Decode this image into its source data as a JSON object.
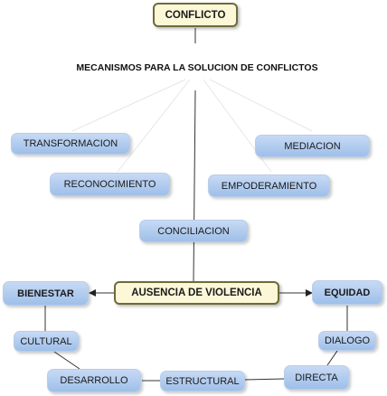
{
  "root": "CONFLICTO",
  "subtitle": "MECANISMOS PARA LA SOLUCION DE CONFLICTOS",
  "nodes": {
    "transformacion": "TRANSFORMACION",
    "mediacion": "MEDIACION",
    "reconocimiento": "RECONOCIMIENTO",
    "empoderamiento": "EMPODERAMIENTO",
    "conciliacion": "CONCILIACION",
    "ausencia_violencia": "AUSENCIA DE VIOLENCIA",
    "bienestar": "BIENESTAR",
    "equidad": "EQUIDAD",
    "cultural": "CULTURAL",
    "dialogo": "DIALOGO",
    "desarrollo": "DESARROLLO",
    "estructural": "ESTRUCTURAL",
    "directa": "DIRECTA"
  },
  "colors": {
    "node_fill": "#aac8ee",
    "central_fill": "#fcf8d7",
    "central_border": "#6f6a3a",
    "connector": "#333333"
  }
}
